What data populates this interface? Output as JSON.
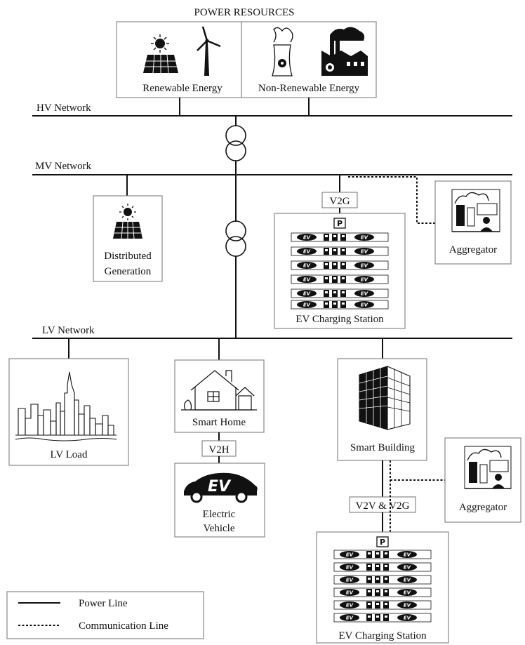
{
  "title": "POWER RESOURCES",
  "networks": {
    "hv": "HV Network",
    "mv": "MV Network",
    "lv": "LV Network"
  },
  "resources": {
    "renewable": "Renewable Energy",
    "non_renewable": "Non-Renewable Energy"
  },
  "nodes": {
    "distributed_line1": "Distributed",
    "distributed_line2": "Generation",
    "ev_station_mv": "EV Charging Station",
    "aggregator_mv": "Aggregator",
    "lv_load": "LV Load",
    "smart_home": "Smart Home",
    "electric_vehicle_line1": "Electric",
    "electric_vehicle_line2": "Vehicle",
    "smart_building": "Smart Building",
    "aggregator_lv": "Aggregator",
    "ev_station_lv": "EV Charging Station"
  },
  "links": {
    "v2g": "V2G",
    "v2h": "V2H",
    "v2v_v2g": "V2V & V2G"
  },
  "parking_sign": "P",
  "ev_badge": "EV",
  "legend": {
    "power_line": "Power Line",
    "communication_line": "Communication Line"
  },
  "icons": [
    "sun-icon",
    "solar-panel-icon",
    "wind-turbine-icon",
    "nuclear-plant-icon",
    "factory-icon",
    "transformer-icon",
    "city-skyline-icon",
    "house-icon",
    "office-building-icon",
    "electric-car-icon",
    "control-room-icon",
    "charging-station-icon"
  ]
}
